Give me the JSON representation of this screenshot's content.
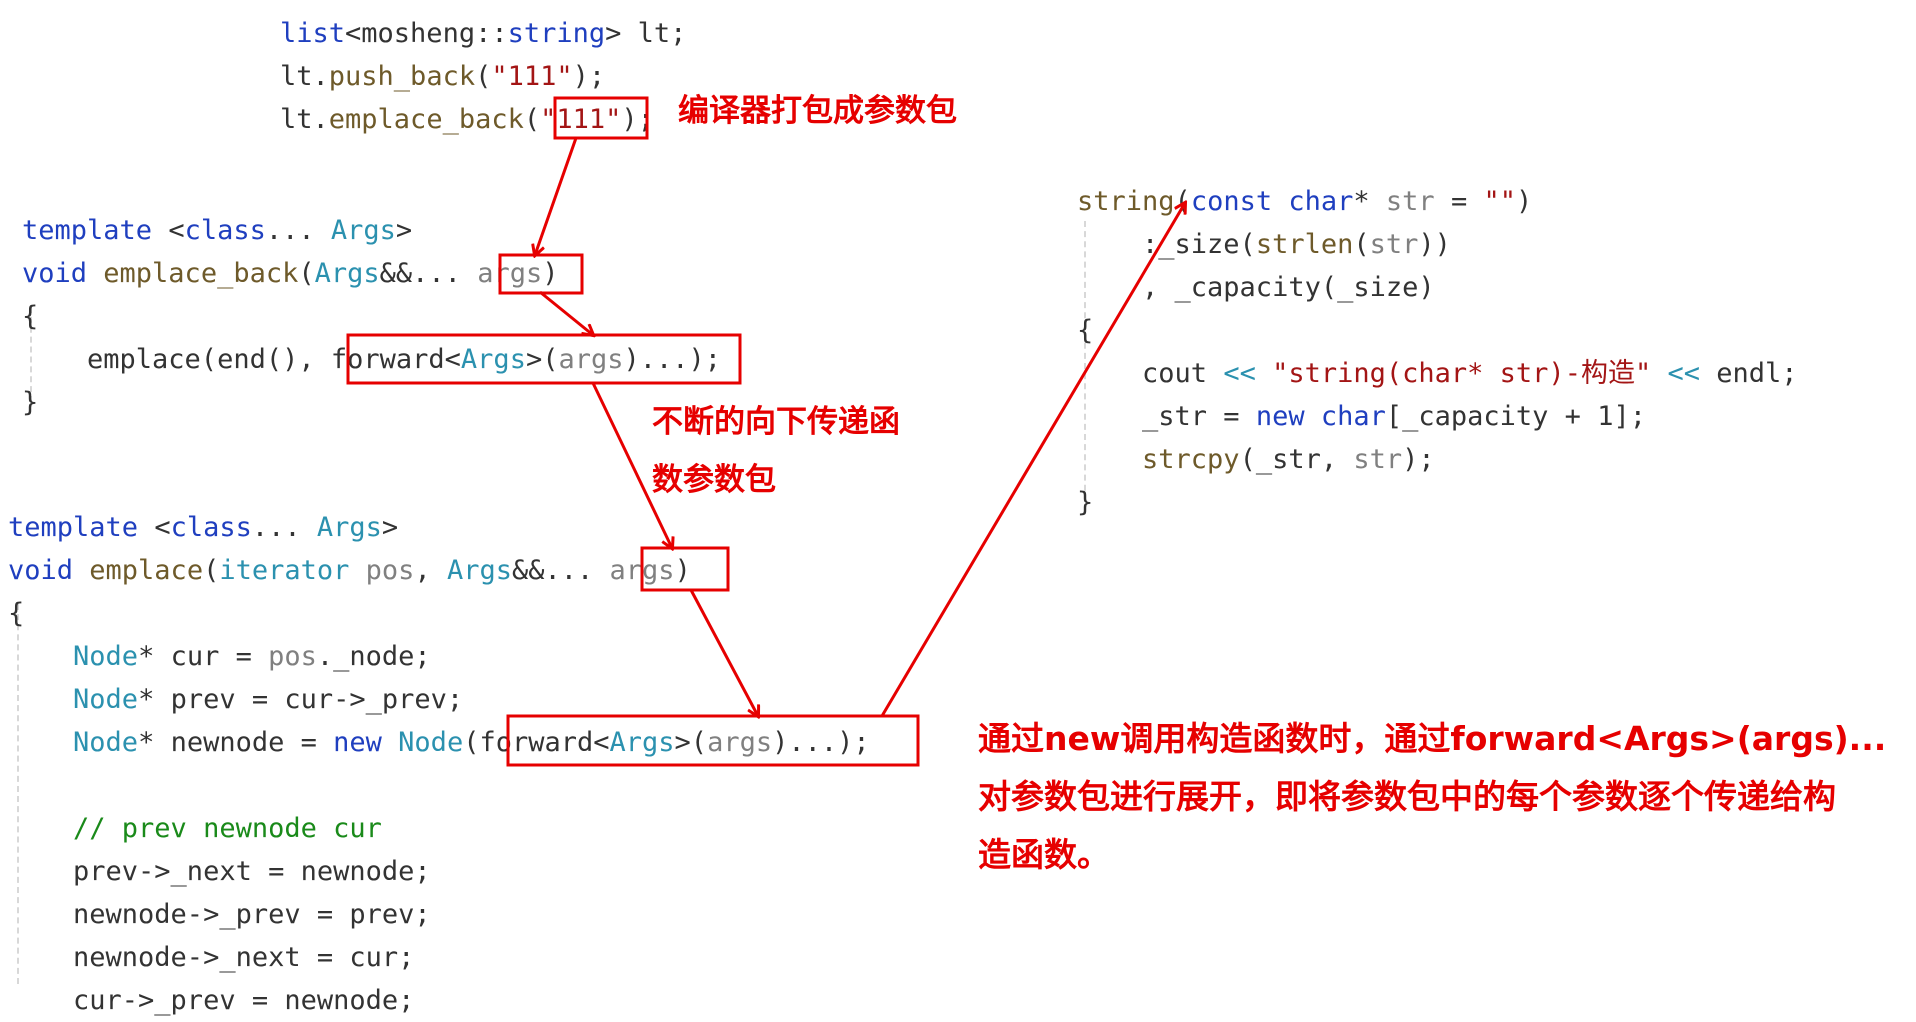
{
  "code_top": {
    "lines": [
      [
        {
          "t": "list",
          "c": "kw"
        },
        {
          "t": "<mosheng::",
          "c": ""
        },
        {
          "t": "string",
          "c": "kw"
        },
        {
          "t": "> lt;",
          "c": ""
        }
      ],
      [
        {
          "t": "lt.",
          "c": ""
        },
        {
          "t": "push_back",
          "c": "fn"
        },
        {
          "t": "(",
          "c": ""
        },
        {
          "t": "\"111\"",
          "c": "str"
        },
        {
          "t": ");",
          "c": ""
        }
      ],
      [
        {
          "t": "lt.",
          "c": ""
        },
        {
          "t": "emplace_back",
          "c": "fn"
        },
        {
          "t": "(",
          "c": ""
        },
        {
          "t": "\"111\"",
          "c": "str"
        },
        {
          "t": ");",
          "c": ""
        }
      ]
    ]
  },
  "code_emplace_back": {
    "lines": [
      [
        {
          "t": "template ",
          "c": "kw"
        },
        {
          "t": "<",
          "c": ""
        },
        {
          "t": "class",
          "c": "kw"
        },
        {
          "t": "... ",
          "c": ""
        },
        {
          "t": "Args",
          "c": "ty"
        },
        {
          "t": ">",
          "c": ""
        }
      ],
      [
        {
          "t": "void ",
          "c": "kw"
        },
        {
          "t": "emplace_back",
          "c": "fn"
        },
        {
          "t": "(",
          "c": ""
        },
        {
          "t": "Args",
          "c": "ty"
        },
        {
          "t": "&&... ",
          "c": ""
        },
        {
          "t": "args",
          "c": "prm"
        },
        {
          "t": ")",
          "c": ""
        }
      ],
      [
        {
          "t": "{",
          "c": ""
        }
      ],
      [
        {
          "t": "    emplace(end(), ",
          "c": ""
        },
        {
          "t": "forward",
          "c": ""
        },
        {
          "t": "<",
          "c": ""
        },
        {
          "t": "Args",
          "c": "ty"
        },
        {
          "t": ">(",
          "c": ""
        },
        {
          "t": "args",
          "c": "prm"
        },
        {
          "t": ")...);",
          "c": ""
        }
      ],
      [
        {
          "t": "}",
          "c": ""
        }
      ]
    ]
  },
  "code_emplace": {
    "lines": [
      [
        {
          "t": "template ",
          "c": "kw"
        },
        {
          "t": "<",
          "c": ""
        },
        {
          "t": "class",
          "c": "kw"
        },
        {
          "t": "... ",
          "c": ""
        },
        {
          "t": "Args",
          "c": "ty"
        },
        {
          "t": ">",
          "c": ""
        }
      ],
      [
        {
          "t": "void ",
          "c": "kw"
        },
        {
          "t": "emplace",
          "c": "fn"
        },
        {
          "t": "(",
          "c": ""
        },
        {
          "t": "iterator ",
          "c": "ty"
        },
        {
          "t": "pos",
          "c": "prm"
        },
        {
          "t": ", ",
          "c": ""
        },
        {
          "t": "Args",
          "c": "ty"
        },
        {
          "t": "&&... ",
          "c": ""
        },
        {
          "t": "args",
          "c": "prm"
        },
        {
          "t": ")",
          "c": ""
        }
      ],
      [
        {
          "t": "{",
          "c": ""
        }
      ],
      [
        {
          "t": "    ",
          "c": ""
        },
        {
          "t": "Node",
          "c": "ty"
        },
        {
          "t": "* cur = ",
          "c": ""
        },
        {
          "t": "pos",
          "c": "prm"
        },
        {
          "t": "._node;",
          "c": ""
        }
      ],
      [
        {
          "t": "    ",
          "c": ""
        },
        {
          "t": "Node",
          "c": "ty"
        },
        {
          "t": "* prev = cur->_prev;",
          "c": ""
        }
      ],
      [
        {
          "t": "    ",
          "c": ""
        },
        {
          "t": "Node",
          "c": "ty"
        },
        {
          "t": "* newnode = ",
          "c": ""
        },
        {
          "t": "new ",
          "c": "kw"
        },
        {
          "t": "Node",
          "c": "ty"
        },
        {
          "t": "(forward<",
          "c": ""
        },
        {
          "t": "Args",
          "c": "ty"
        },
        {
          "t": ">(",
          "c": ""
        },
        {
          "t": "args",
          "c": "prm"
        },
        {
          "t": ")...);",
          "c": ""
        }
      ],
      [
        {
          "t": "",
          "c": ""
        }
      ],
      [
        {
          "t": "    // prev newnode cur",
          "c": "cm"
        }
      ],
      [
        {
          "t": "    prev->_next = newnode;",
          "c": ""
        }
      ],
      [
        {
          "t": "    newnode->_prev = prev;",
          "c": ""
        }
      ],
      [
        {
          "t": "    newnode->_next = cur;",
          "c": ""
        }
      ],
      [
        {
          "t": "    cur->_prev = newnode;",
          "c": ""
        }
      ]
    ]
  },
  "code_string_ctor": {
    "lines": [
      [
        {
          "t": "string",
          "c": "fn"
        },
        {
          "t": "(",
          "c": ""
        },
        {
          "t": "const ",
          "c": "kw"
        },
        {
          "t": "char",
          "c": "kw"
        },
        {
          "t": "* ",
          "c": ""
        },
        {
          "t": "str",
          "c": "prm"
        },
        {
          "t": " = ",
          "c": ""
        },
        {
          "t": "\"\"",
          "c": "str"
        },
        {
          "t": ")",
          "c": ""
        }
      ],
      [
        {
          "t": "    :_size(",
          "c": ""
        },
        {
          "t": "strlen",
          "c": "fn"
        },
        {
          "t": "(",
          "c": ""
        },
        {
          "t": "str",
          "c": "prm"
        },
        {
          "t": "))",
          "c": ""
        }
      ],
      [
        {
          "t": "    , _capacity(_size)",
          "c": ""
        }
      ],
      [
        {
          "t": "{",
          "c": ""
        }
      ],
      [
        {
          "t": "    cout ",
          "c": ""
        },
        {
          "t": "<< ",
          "c": "ty"
        },
        {
          "t": "\"string(char* str)-构造\"",
          "c": "str"
        },
        {
          "t": " << ",
          "c": "ty"
        },
        {
          "t": "endl;",
          "c": ""
        }
      ],
      [
        {
          "t": "    _str = ",
          "c": ""
        },
        {
          "t": "new ",
          "c": "kw"
        },
        {
          "t": "char",
          "c": "kw"
        },
        {
          "t": "[_capacity + 1];",
          "c": ""
        }
      ],
      [
        {
          "t": "    ",
          "c": ""
        },
        {
          "t": "strcpy",
          "c": "fn"
        },
        {
          "t": "(_str, ",
          "c": ""
        },
        {
          "t": "str",
          "c": "prm"
        },
        {
          "t": ");",
          "c": ""
        }
      ],
      [
        {
          "t": "}",
          "c": ""
        }
      ]
    ]
  },
  "annotations": {
    "pack_note": "编译器打包成参数包",
    "forward_note_line1": "不断的向下传递函",
    "forward_note_line2": "数参数包",
    "expand_note_line1": "通过new调用构造函数时，通过forward<Args>(args)...",
    "expand_note_line2": "对参数包进行展开，即将参数包中的每个参数逐个传递给构",
    "expand_note_line3": "造函数。"
  },
  "colors": {
    "annotation_red": "#e60000",
    "keyword_blue": "#1f3fbf",
    "type_teal": "#2b91af",
    "string_red": "#a31515",
    "comment_green": "#1a8a1a",
    "param_gray": "#808080"
  }
}
